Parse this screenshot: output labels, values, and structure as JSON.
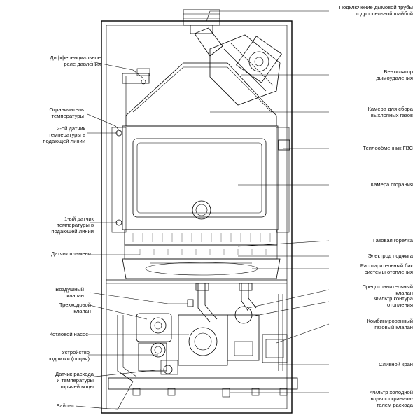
{
  "labels_left": [
    {
      "key": "pressure_relay",
      "text": "Дифференциальное\nреле давления"
    },
    {
      "key": "temp_limiter",
      "text": "Ограничитель\nтемпературы"
    },
    {
      "key": "sensor2",
      "text": "2-ой датчик\nтемпературы в\nподающей линии"
    },
    {
      "key": "sensor1",
      "text": "1-ый датчик\nтемпературы в\nподающей линии"
    },
    {
      "key": "flame_sensor",
      "text": "Датчик пламени"
    },
    {
      "key": "air_valve",
      "text": "Воздушный\nклапан"
    },
    {
      "key": "three_way_valve",
      "text": "Трехходовой\nклапан"
    },
    {
      "key": "pump",
      "text": "Котловой насос"
    },
    {
      "key": "fill_device",
      "text": "Устройство\nподпитки (опция)"
    },
    {
      "key": "flow_sensor",
      "text": "Датчик расхода\nи температуры\nгорячей воды"
    },
    {
      "key": "bypass",
      "text": "Байпас"
    }
  ],
  "labels_right": [
    {
      "key": "flue_connection",
      "text": "Подключение дымовой трубы\nс дроссельной шайбой"
    },
    {
      "key": "fan",
      "text": "Вентилятор\nдымоудаления"
    },
    {
      "key": "flue_chamber",
      "text": "Камера для сбора\nвыхлопных газов"
    },
    {
      "key": "dhw_exchanger",
      "text": "Теплообменник ГВС"
    },
    {
      "key": "combustion_chamber",
      "text": "Камера сгорания"
    },
    {
      "key": "gas_burner",
      "text": "Газовая горелка"
    },
    {
      "key": "ignition_electrode",
      "text": "Электрод поджига"
    },
    {
      "key": "expansion_tank",
      "text": "Расширительный бак\nсистемы отопления"
    },
    {
      "key": "safety_valve",
      "text": "Предохранительный\nклапан"
    },
    {
      "key": "heating_filter",
      "text": "Фильтр контура\nотопления"
    },
    {
      "key": "gas_valve",
      "text": "Комбинированный\nгазовый клапан"
    },
    {
      "key": "drain_valve",
      "text": "Сливной кран"
    },
    {
      "key": "cold_filter",
      "text": "Фильтр холодной\nводы с ограничи-\nтелем расхода"
    }
  ]
}
